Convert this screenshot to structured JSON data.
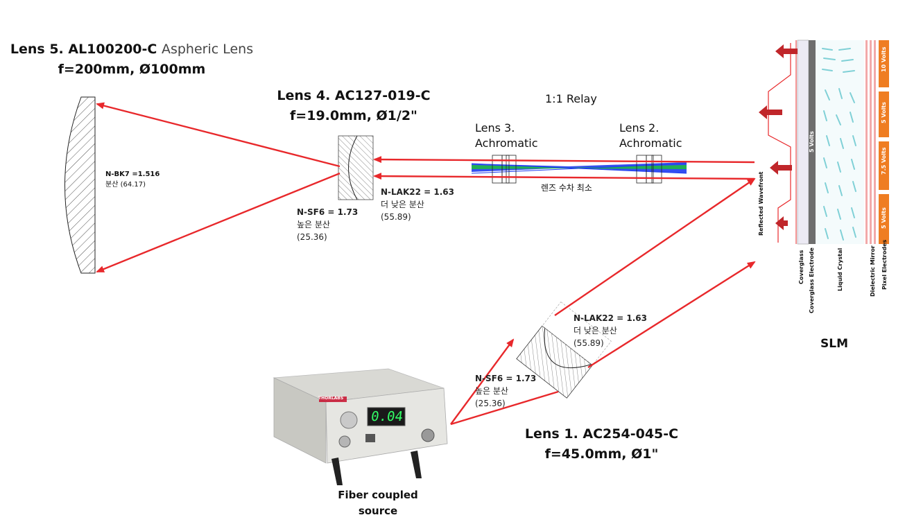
{
  "lens5": {
    "name": "Lens 5. AL100200-C",
    "type": "Aspheric Lens",
    "spec": "f=200mm, Ø100mm",
    "material": "N-BK7 =1.516",
    "dispersion": "분산 (64.17)"
  },
  "lens4": {
    "name": "Lens 4. AC127-019-C",
    "spec": "f=19.0mm, Ø1/2\"",
    "flint_label": "N-SF6 = 1.73",
    "flint_desc": "높은 분산",
    "flint_abbe": "(25.36)",
    "crown_label": "N-LAK22 = 1.63",
    "crown_desc": "더 낮은 분산",
    "crown_abbe": "(55.89)"
  },
  "relay": {
    "title": "1:1 Relay",
    "lens3_line1": "Lens 3.",
    "lens3_line2": "Achromatic",
    "lens2_line1": "Lens 2.",
    "lens2_line2": "Achromatic",
    "aberration": "렌즈 수차 최소"
  },
  "lens1": {
    "name": "Lens 1. AC254-045-C",
    "spec": "f=45.0mm, Ø1\"",
    "crown_label": "N-LAK22 = 1.63",
    "crown_desc": "더 낮은 분산",
    "crown_abbe": "(55.89)",
    "flint_label": "N-SF6 = 1.73",
    "flint_desc": "높은 분산",
    "flint_abbe": "(25.36)"
  },
  "source": {
    "label_line1": "Fiber coupled",
    "label_line2": "source",
    "display": "0.04",
    "brand": "THORLABS"
  },
  "slm": {
    "label": "SLM",
    "layers": [
      "Reflected Wavefront",
      "Coverglass",
      "Coverglass Electrode",
      "Liquid Crystal",
      "Dielectric Mirror",
      "Pixel Electrodes"
    ],
    "electrode_label": "5 Volts",
    "voltages": [
      "10 Volts",
      "5 Volts",
      "7.5 Volts",
      "5 Volts"
    ]
  },
  "colors": {
    "beam": "#e8282b",
    "relay_blue": "#1e3cf0",
    "relay_green": "#1fbf3a",
    "pixel_orange": "#ef7d22",
    "lc_cyan": "#7fd0d6"
  }
}
